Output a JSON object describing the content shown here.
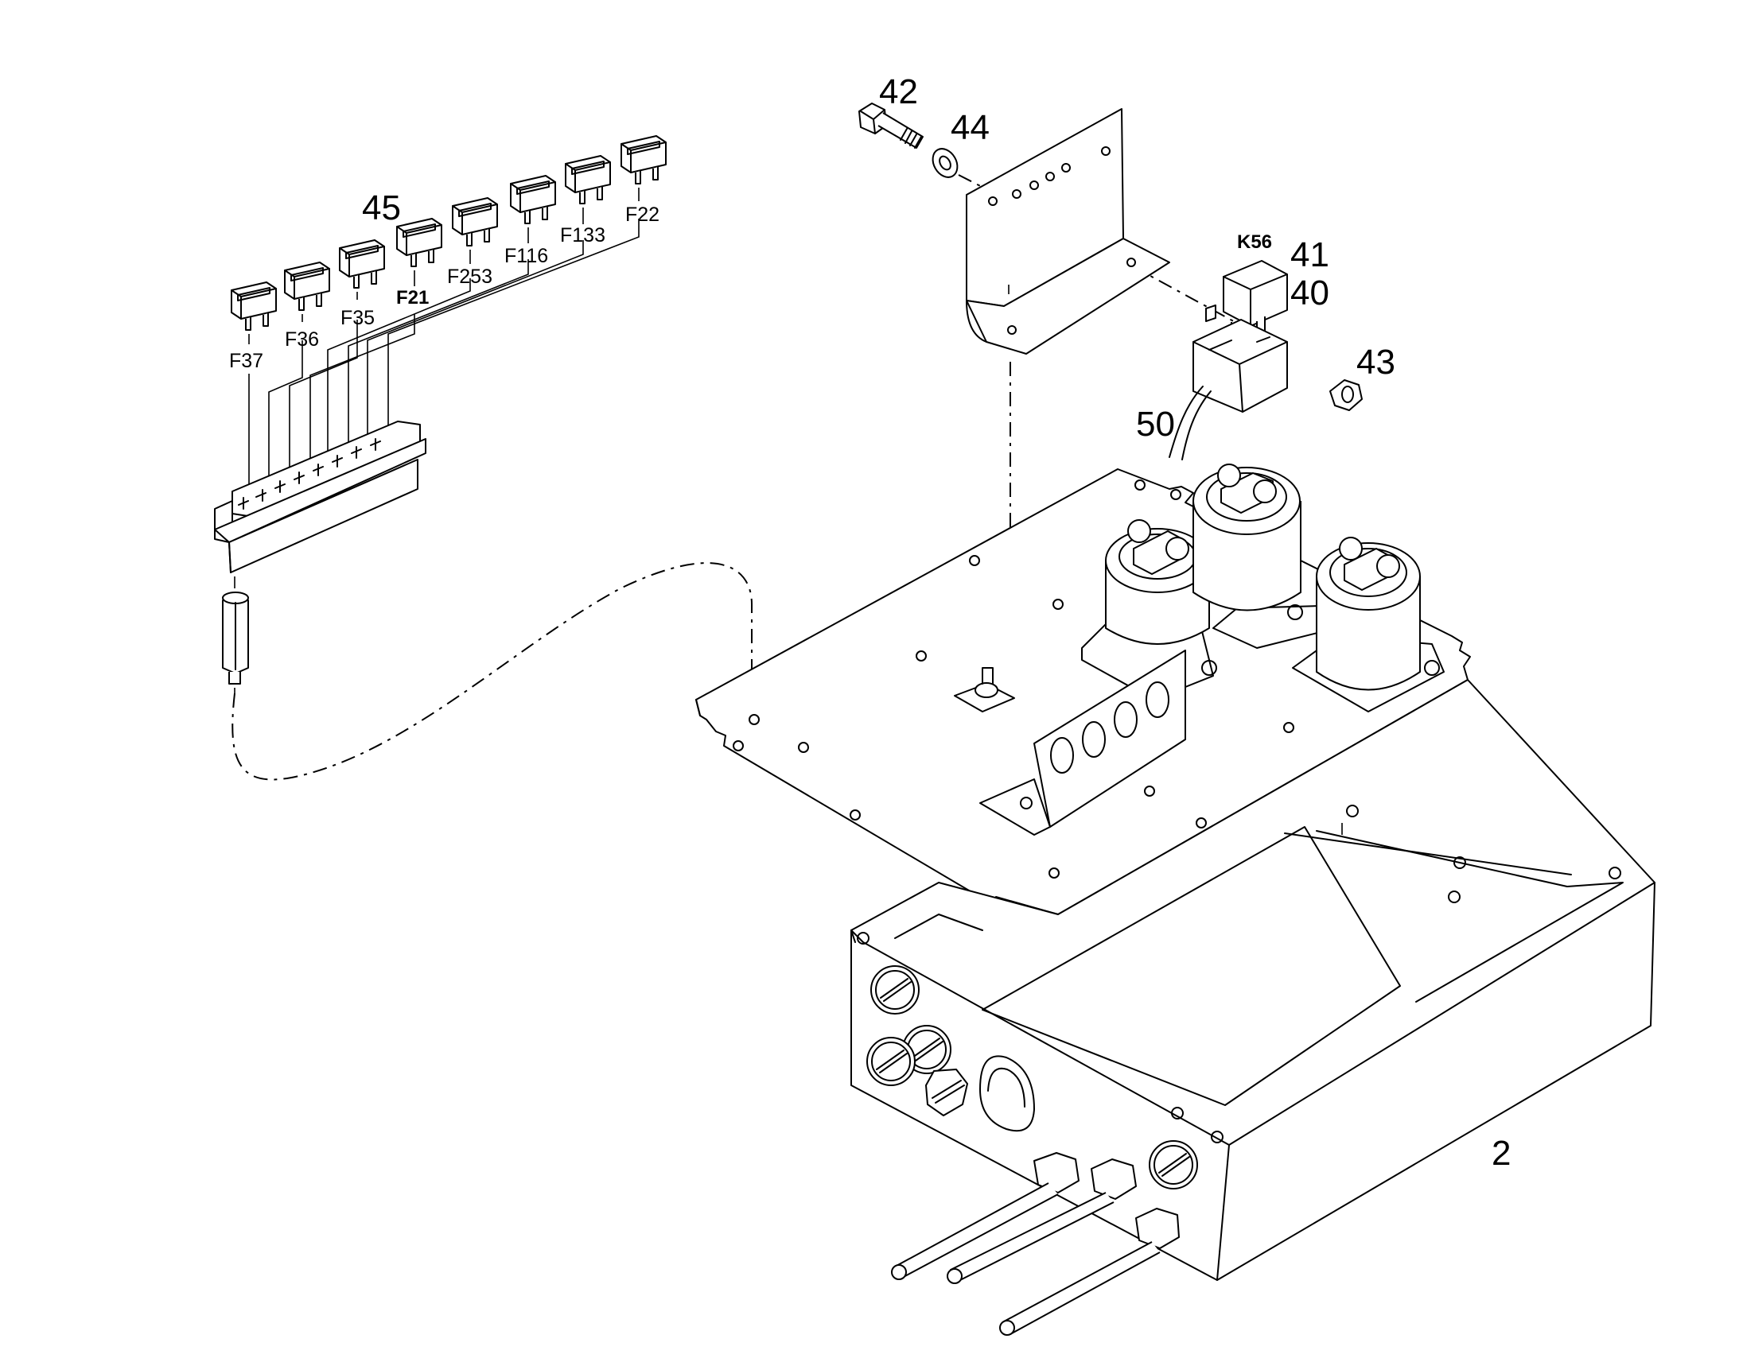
{
  "callouts": {
    "c42": "42",
    "c44": "44",
    "c45": "45",
    "c41": "41",
    "c40": "40",
    "c43": "43",
    "c50": "50",
    "c2": "2",
    "k56": "K56"
  },
  "fuses": {
    "f37": "F37",
    "f36": "F36",
    "f35": "F35",
    "f21": "F21",
    "f253": "F253",
    "f116": "F116",
    "f133": "F133",
    "f22": "F22"
  }
}
